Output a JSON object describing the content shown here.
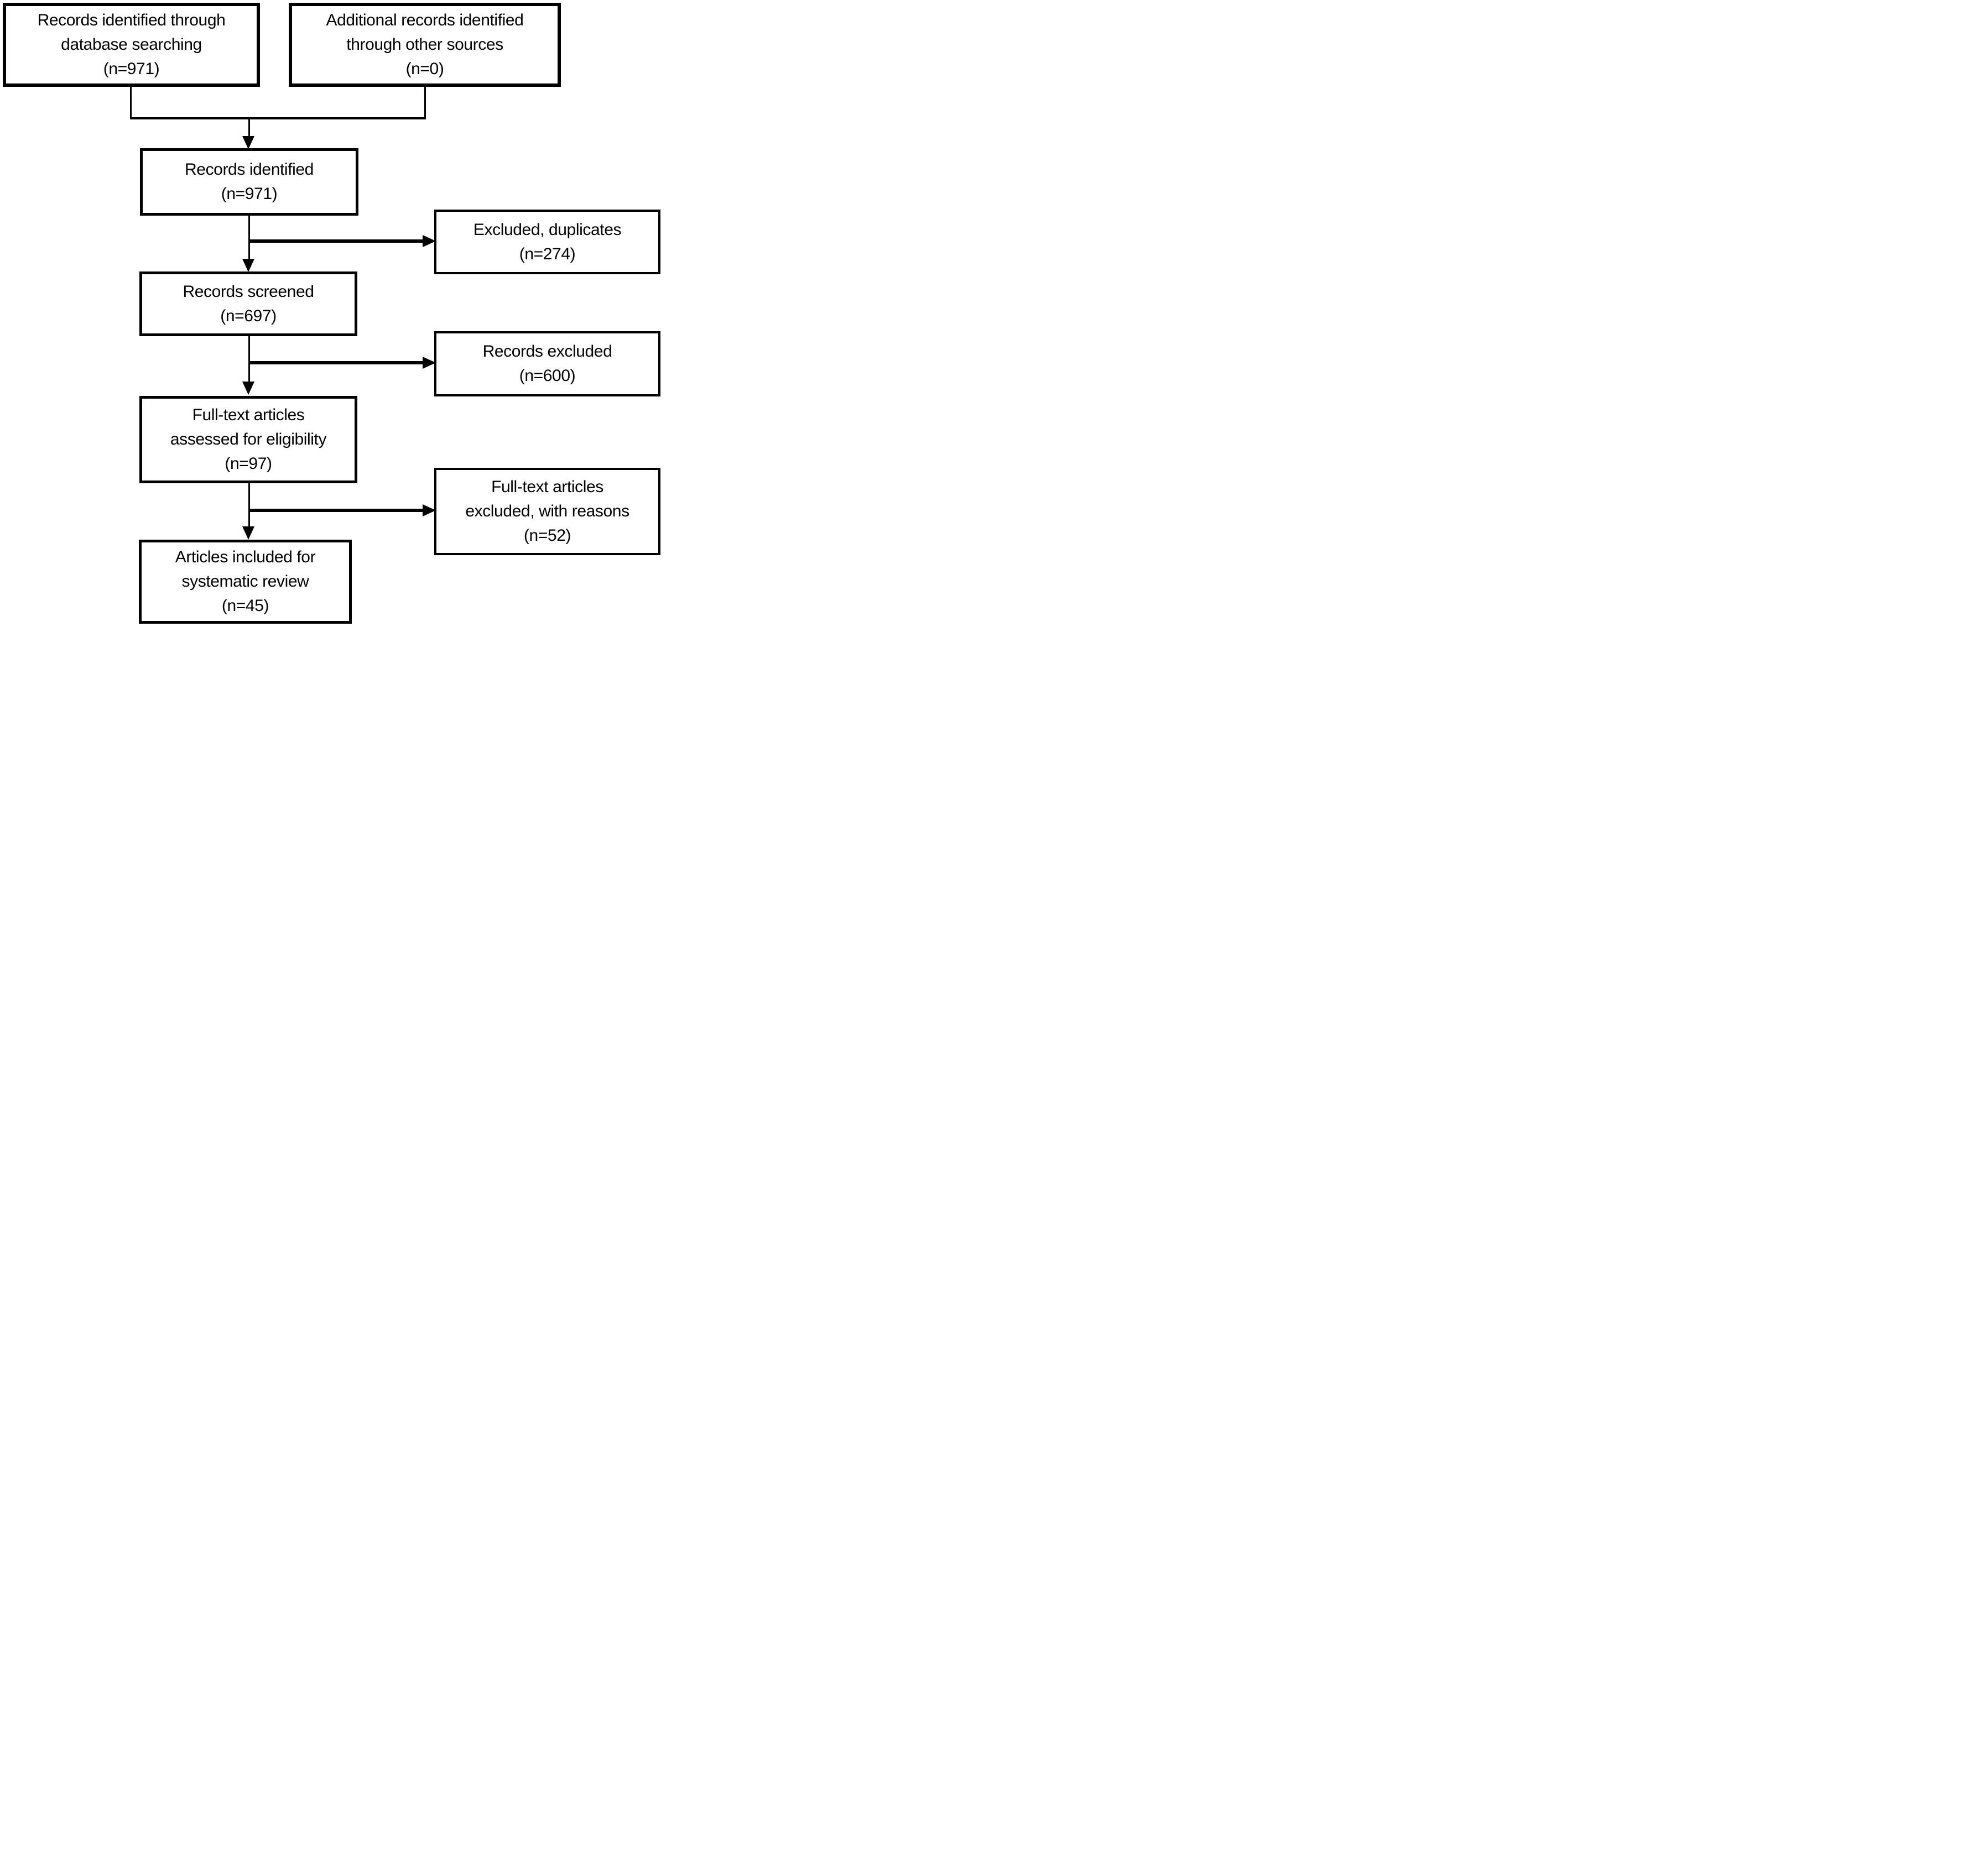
{
  "colors": {
    "line": "#000000",
    "text": "#000000",
    "background": "#ffffff"
  },
  "boxes": [
    {
      "id": "records-identified-database-searching",
      "n": 971,
      "lines": [
        "Records identified through",
        "database searching",
        "(n=971)"
      ]
    },
    {
      "id": "additional-records-other-sources",
      "n": 0,
      "lines": [
        "Additional records identified",
        "through other sources",
        "(n=0)"
      ]
    },
    {
      "id": "records-identified",
      "n": 971,
      "lines": [
        "Records identified",
        "(n=971)"
      ]
    },
    {
      "id": "excluded-duplicates",
      "n": 274,
      "lines": [
        "Excluded, duplicates",
        "(n=274)"
      ]
    },
    {
      "id": "records-screened",
      "n": 697,
      "lines": [
        "Records screened",
        "(n=697)"
      ]
    },
    {
      "id": "records-excluded",
      "n": 600,
      "lines": [
        "Records excluded",
        "(n=600)"
      ]
    },
    {
      "id": "full-text-articles-assessed",
      "n": 97,
      "lines": [
        "Full-text articles",
        "assessed for eligibility",
        "(n=97)"
      ]
    },
    {
      "id": "full-text-articles-excluded",
      "n": 52,
      "lines": [
        "Full-text articles",
        "excluded, with reasons",
        "(n=52)"
      ]
    },
    {
      "id": "articles-included-systematic-review",
      "n": 45,
      "lines": [
        "Articles included for",
        "systematic review",
        "(n=45)"
      ]
    }
  ]
}
